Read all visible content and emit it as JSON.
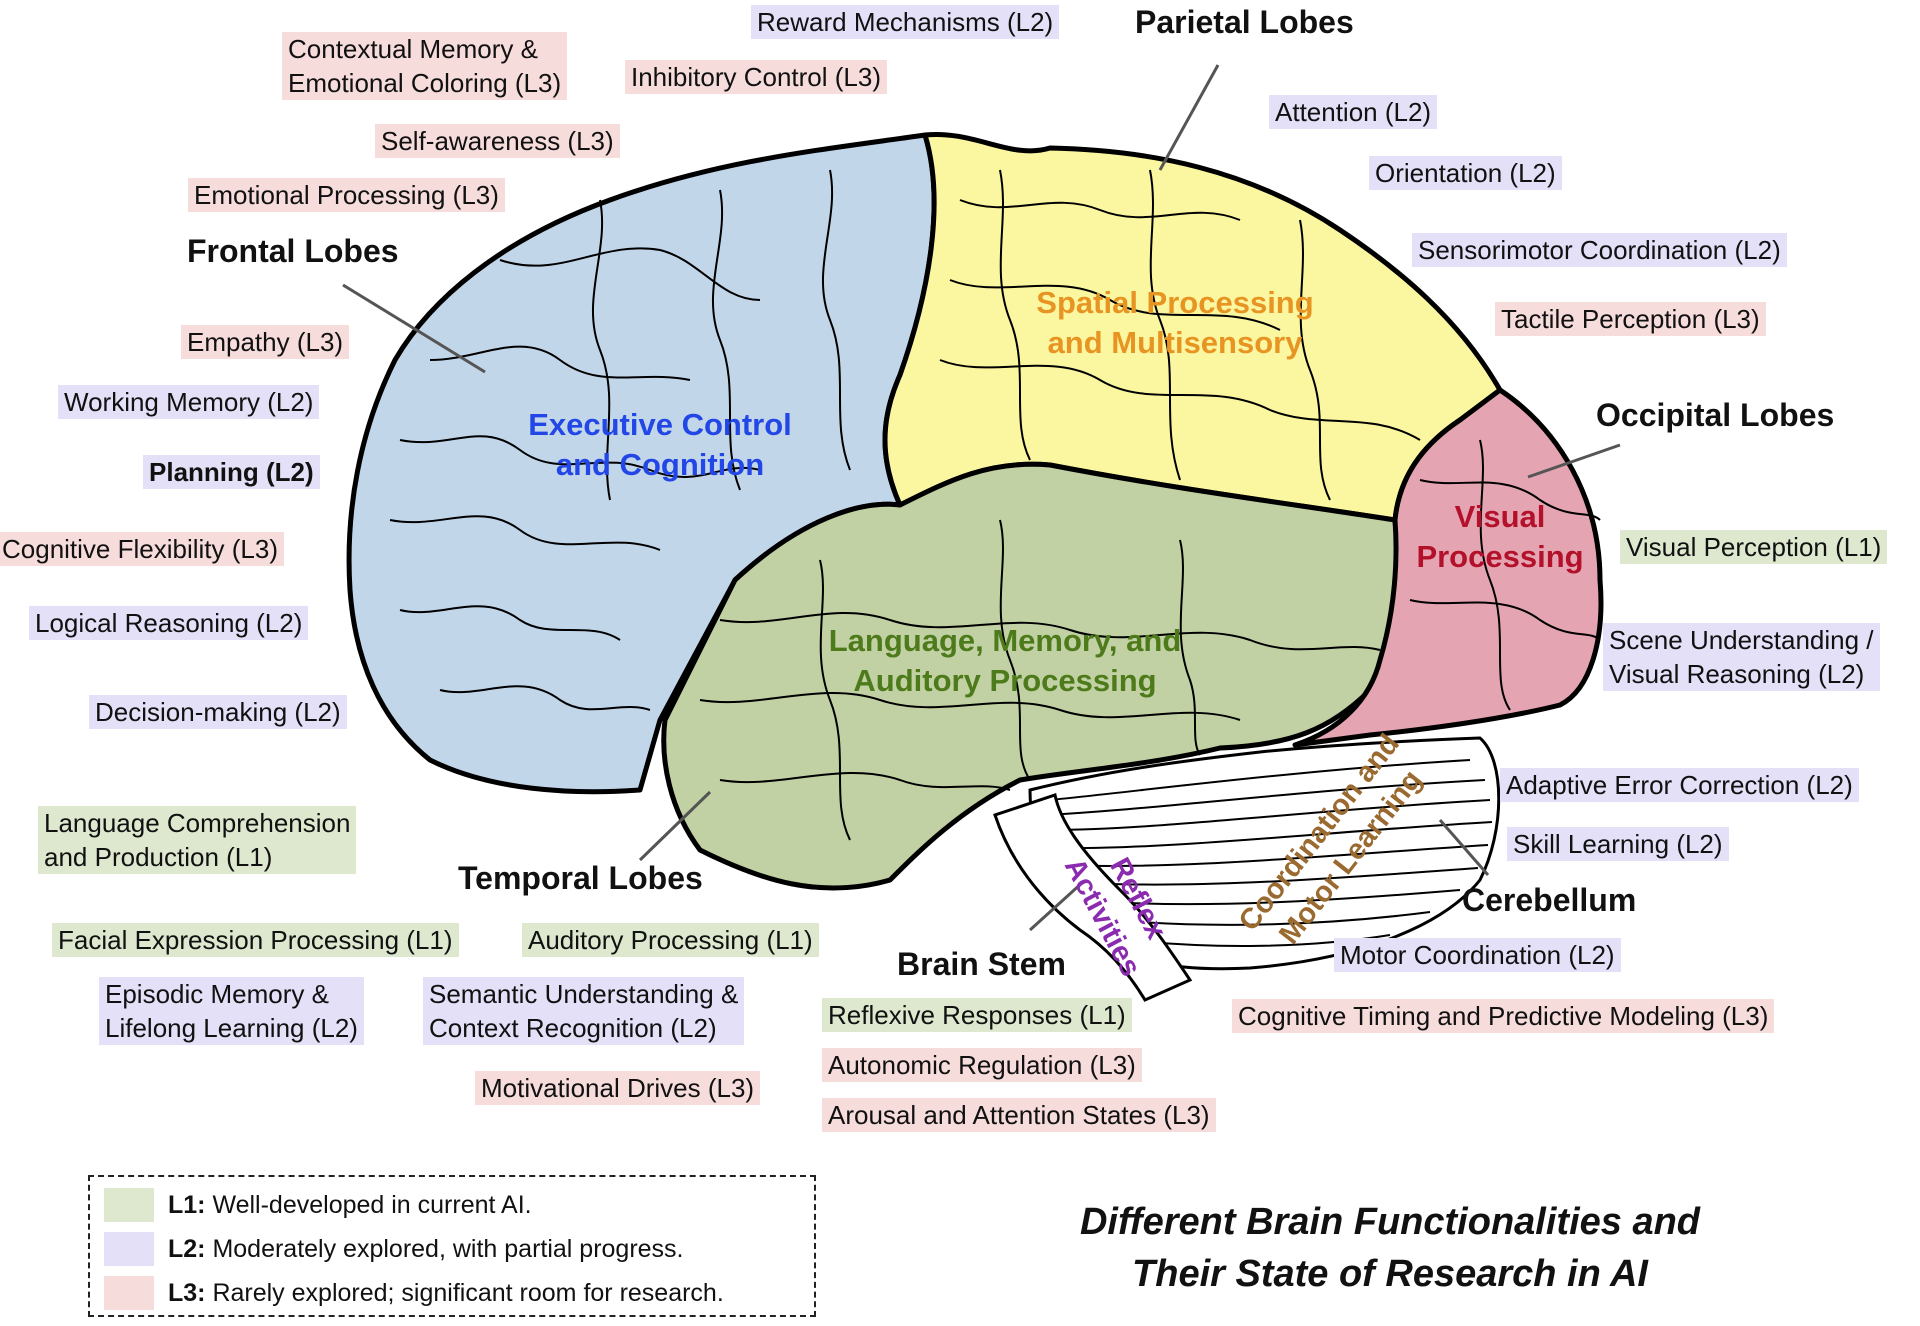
{
  "lobes": {
    "frontal": "Frontal Lobes",
    "parietal": "Parietal Lobes",
    "occipital": "Occipital Lobes",
    "temporal": "Temporal Lobes",
    "cerebellum": "Cerebellum",
    "brain_stem": "Brain Stem"
  },
  "regions": {
    "executive": "Executive Control\nand Cognition",
    "spatial": "Spatial Processing\nand Multisensory",
    "language": "Language, Memory, and\nAuditory Processing",
    "visual": "Visual\nProcessing",
    "coordination": "Coordination and\nMotor Learning",
    "reflex": "Reflex\nActivities"
  },
  "colors": {
    "frontal_fill": "#c2d6ea",
    "parietal_fill": "#fbf6a0",
    "temporal_fill": "#c1d1a3",
    "occipital_fill": "#e5a4b2",
    "executive_text": "#2347e6",
    "spatial_text": "#e89422",
    "language_text": "#4d7a1a",
    "visual_text": "#b3102a",
    "coordination_text": "#9a6a30",
    "reflex_text": "#8a2bb0",
    "L1": "#dde8cf",
    "L2": "#e3e0f7",
    "L3": "#f7dcdc"
  },
  "functions": {
    "contextual_memory": "Contextual Memory &\nEmotional Coloring (L3)",
    "reward": "Reward Mechanisms (L2)",
    "inhibitory": "Inhibitory Control (L3)",
    "self_awareness": "Self-awareness (L3)",
    "emotional": "Emotional Processing (L3)",
    "empathy": "Empathy (L3)",
    "working_memory": "Working Memory (L2)",
    "planning": "Planning (L2)",
    "cognitive_flex": "Cognitive Flexibility (L3)",
    "logical": "Logical Reasoning (L2)",
    "decision": "Decision-making (L2)",
    "language_comp": "Language Comprehension\nand Production (L1)",
    "facial": "Facial Expression Processing (L1)",
    "auditory": "Auditory Processing (L1)",
    "episodic": "Episodic Memory &\nLifelong Learning (L2)",
    "semantic": "Semantic Understanding &\nContext Recognition (L2)",
    "motivational": "Motivational Drives (L3)",
    "attention": "Attention (L2)",
    "orientation": "Orientation (L2)",
    "sensorimotor": "Sensorimotor Coordination (L2)",
    "tactile": "Tactile Perception (L3)",
    "visual_perception": "Visual Perception (L1)",
    "scene": "Scene Understanding /\nVisual Reasoning (L2)",
    "adaptive": "Adaptive Error Correction (L2)",
    "skill": "Skill Learning (L2)",
    "motor": "Motor Coordination (L2)",
    "timing": "Cognitive Timing and Predictive Modeling (L3)",
    "reflexive": "Reflexive Responses (L1)",
    "autonomic": "Autonomic Regulation (L3)",
    "arousal": "Arousal and Attention States (L3)"
  },
  "legend": {
    "l1_key": "L1:",
    "l1_text": " Well-developed in current AI.",
    "l2_key": "L2:",
    "l2_text": " Moderately explored, with partial progress.",
    "l3_key": "L3:",
    "l3_text": " Rarely explored; significant room for research."
  },
  "caption": {
    "line1": "Different Brain Functionalities and",
    "line2": "Their State of Research in AI"
  }
}
